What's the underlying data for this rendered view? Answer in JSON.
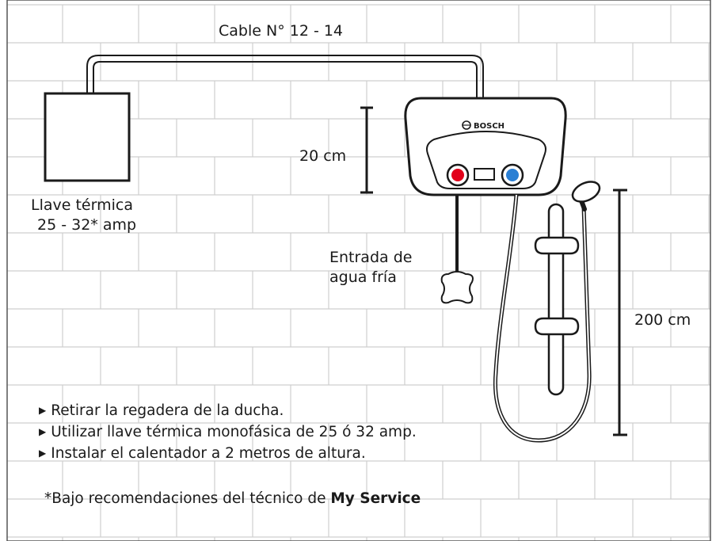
{
  "labels": {
    "cable": "Cable N° 12 - 14",
    "breaker_line1": "Llave térmica",
    "breaker_line2": "25 - 32* amp",
    "height_small": "20 cm",
    "water_inlet_line1": "Entrada de",
    "water_inlet_line2": "agua fría",
    "height_large": "200 cm",
    "brand": "BOSCH"
  },
  "instructions": [
    "Retirar la regadera de la ducha.",
    "Utilizar llave térmica monofásica de 25 ó 32 amp.",
    "Instalar el calentador a 2 metros de altura."
  ],
  "footnote": {
    "text": "*Bajo recomendaciones del técnico de ",
    "emphasis": "My Service"
  },
  "colors": {
    "hot_knob": "#e2001a",
    "cold_knob": "#2a7fd4",
    "line": "#1a1a1a",
    "wall_lines": "#c8c8c8"
  }
}
